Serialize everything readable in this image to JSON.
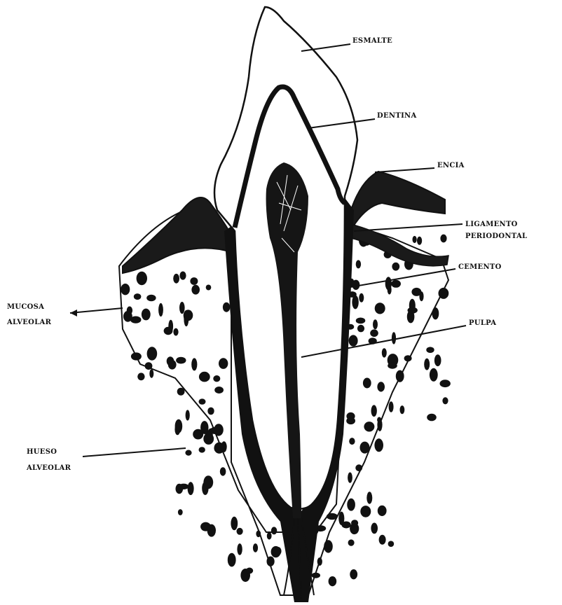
{
  "labels": {
    "esmalte": "ESMALTE",
    "dentina": "DENTINA",
    "encia": "ENCIA",
    "ligamento_line1": "LIGAMENTO",
    "ligamento_line2": "PERIODONTAL",
    "cemento": "CEMENTO",
    "pulpa": "PULPA",
    "mucosa_line1": "MUCOSA",
    "mucosa_line2": "ALVEOLAR",
    "hueso_line1": "HUESO",
    "hueso_line2": "ALVEOLAR"
  },
  "colors": {
    "ink": "#111111",
    "paper": "#ffffff"
  }
}
